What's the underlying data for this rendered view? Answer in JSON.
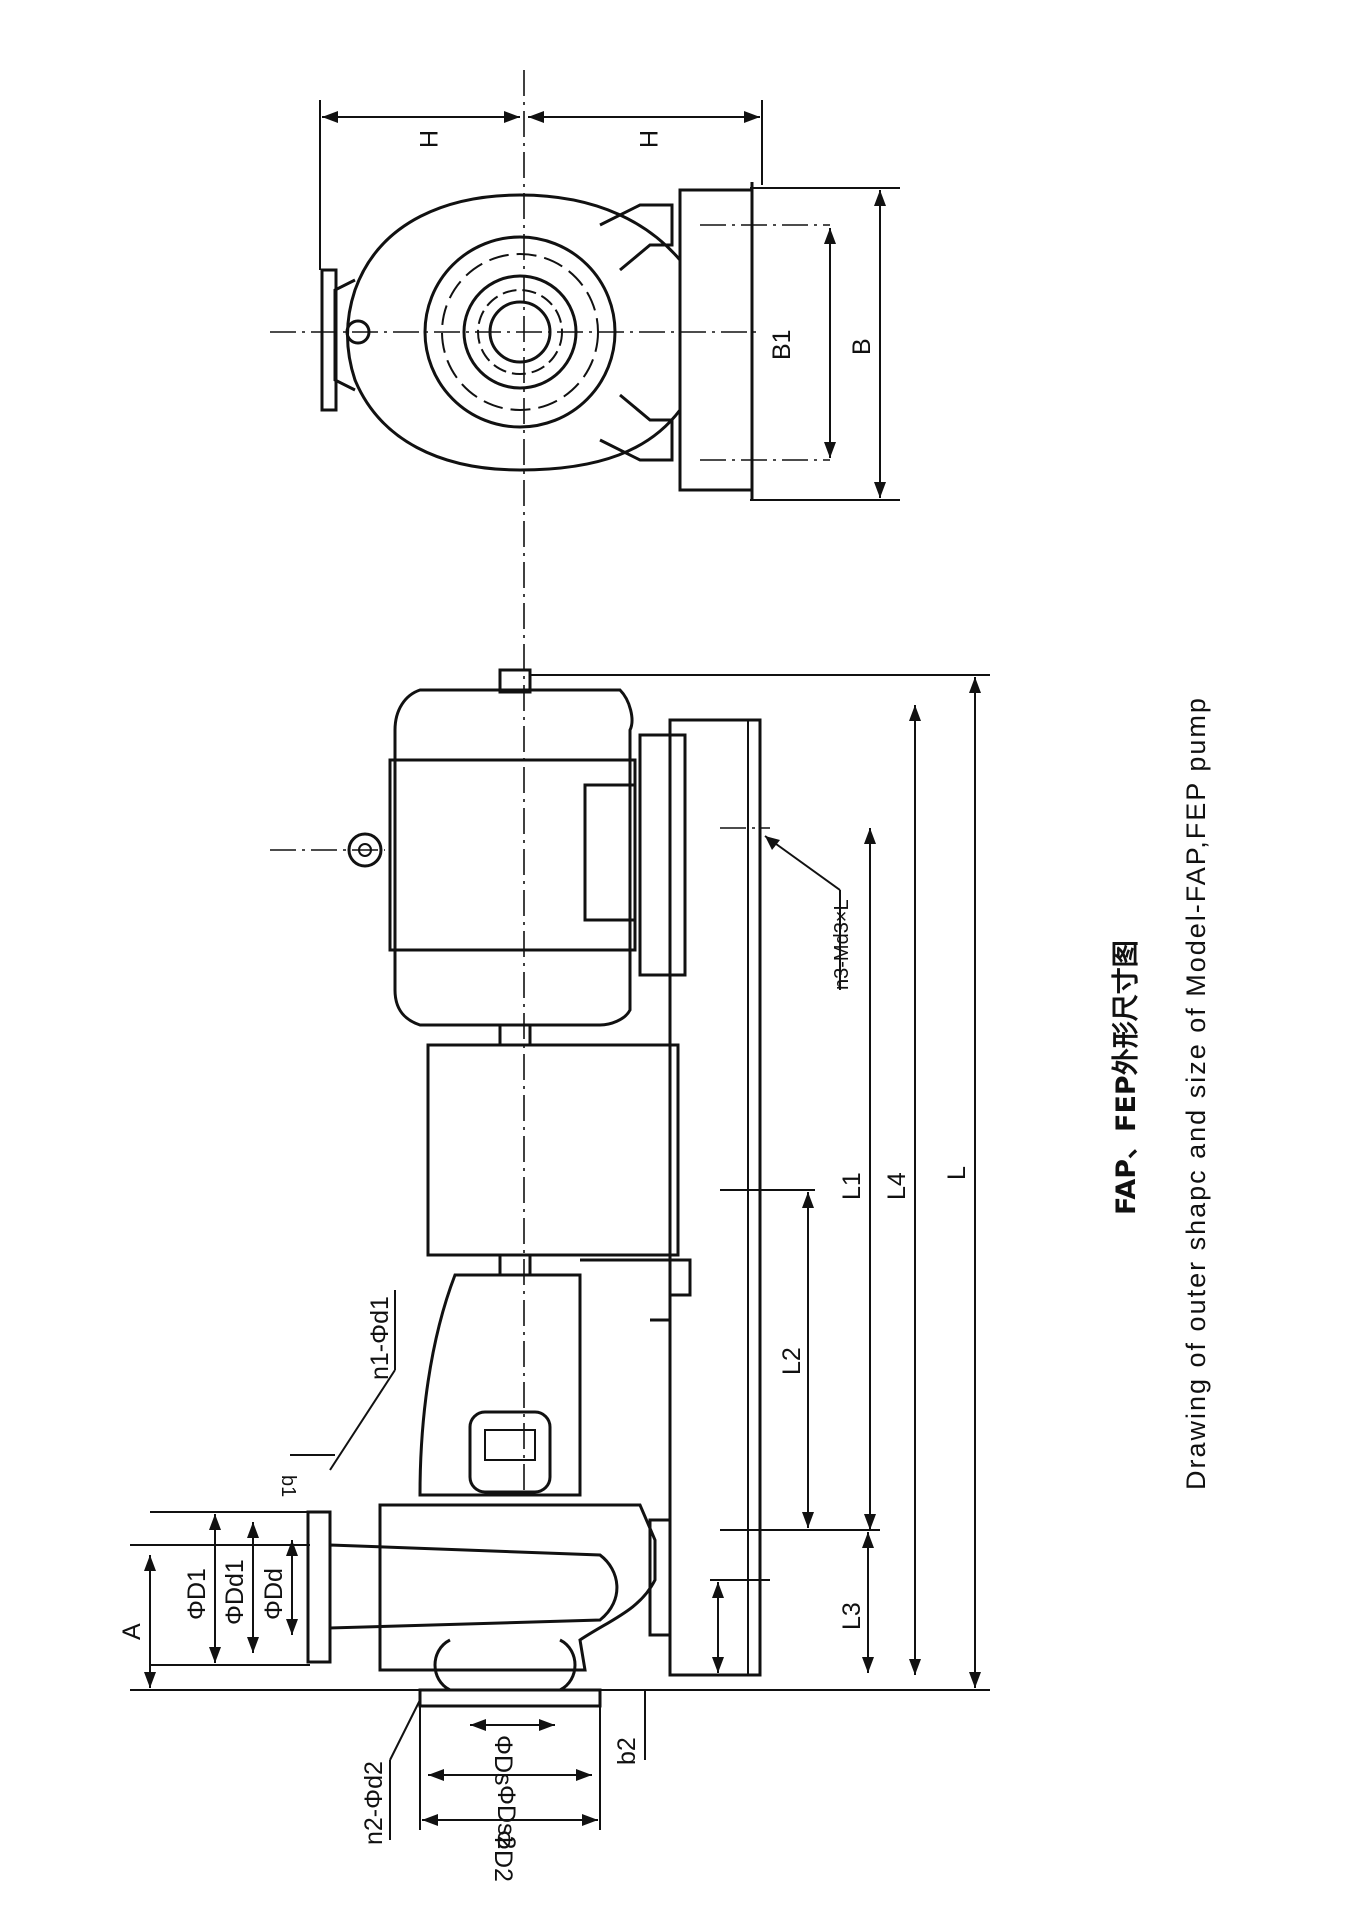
{
  "labels": {
    "H_top": "H",
    "H_mirrored": "H",
    "B1": "B1",
    "B": "B",
    "n3_Md3_L": "n3-Md3×L",
    "L1": "L1",
    "L4": "L4",
    "L": "L",
    "L2": "L2",
    "L3": "L3",
    "n1_phi_d1": "n1-Φd1",
    "b1": "b1",
    "A": "A",
    "phi_D1": "ΦD1",
    "phi_Dd1": "ΦDd1",
    "phi_Dd": "ΦDd",
    "phi_Ds": "ΦDs",
    "phi_Ds2": "ΦDs2",
    "phi_D2": "ΦD2",
    "b2": "b2",
    "n2_phi_d2": "n2-Φd2"
  },
  "caption": {
    "chinese": "FAP、FEP外形尺寸图",
    "english": "Drawing of outer shapc and size of Model-FAP,FEP pump"
  }
}
